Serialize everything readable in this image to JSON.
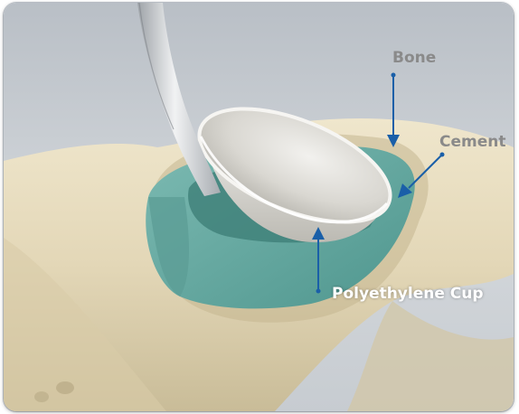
{
  "labels": {
    "bone": "Bone",
    "cement": "Cement",
    "cup": "Polyethylene Cup"
  },
  "colors": {
    "arrow": "#1a5fa8",
    "bone": "#e6dcc0",
    "cement": "#6fb0a8",
    "cup": "#e4e2dd",
    "background": "#c2c7cc"
  }
}
